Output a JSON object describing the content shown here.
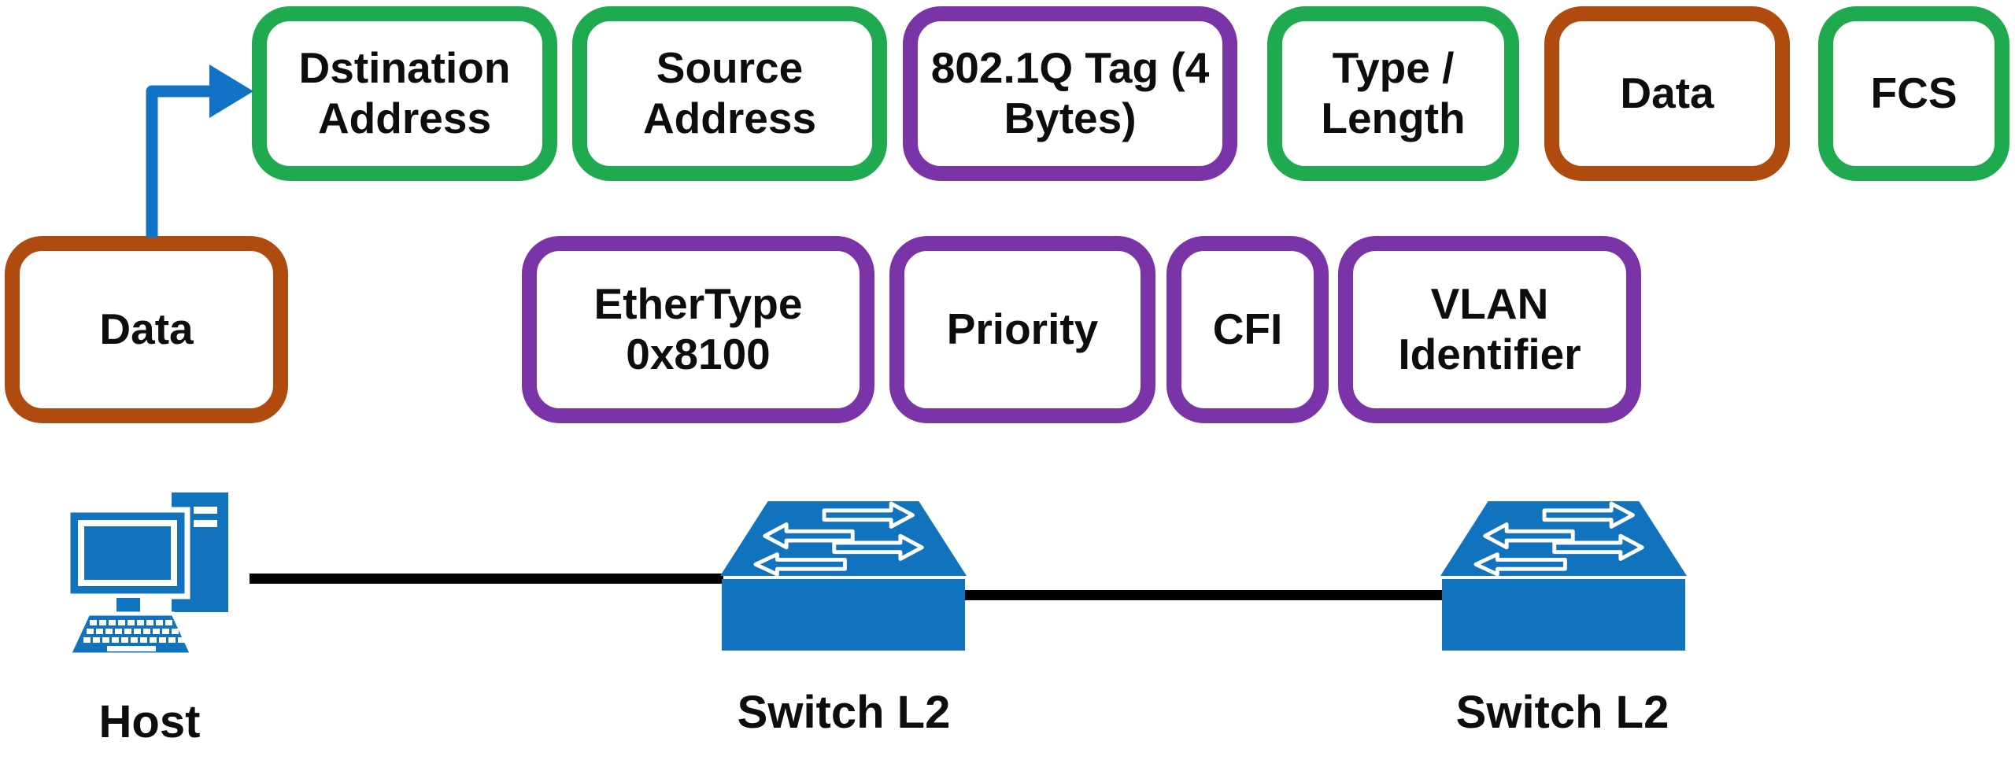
{
  "colors": {
    "green": "#1FAA50",
    "purple": "#7A34A7",
    "brown": "#B04B10",
    "arrow_blue": "#1273C6",
    "device_blue": "#1173BE",
    "link": "#000000",
    "text": "#0D0D0D"
  },
  "frame_fields": [
    {
      "label": "Dstination Address",
      "color": "green"
    },
    {
      "label": "Source Address",
      "color": "green"
    },
    {
      "label": "802.1Q Tag (4 Bytes)",
      "color": "purple"
    },
    {
      "label": "Type / Length",
      "color": "green"
    },
    {
      "label": "Data",
      "color": "brown"
    },
    {
      "label": "FCS",
      "color": "green"
    }
  ],
  "tag_fields": [
    {
      "label": "EtherType 0x8100",
      "color": "purple"
    },
    {
      "label": "Priority",
      "color": "purple"
    },
    {
      "label": "CFI",
      "color": "purple"
    },
    {
      "label": "VLAN Identifier",
      "color": "purple"
    }
  ],
  "payload": {
    "label": "Data",
    "color": "brown"
  },
  "network": {
    "host_label": "Host",
    "switch1_label": "Switch L2",
    "switch2_label": "Switch L2"
  }
}
